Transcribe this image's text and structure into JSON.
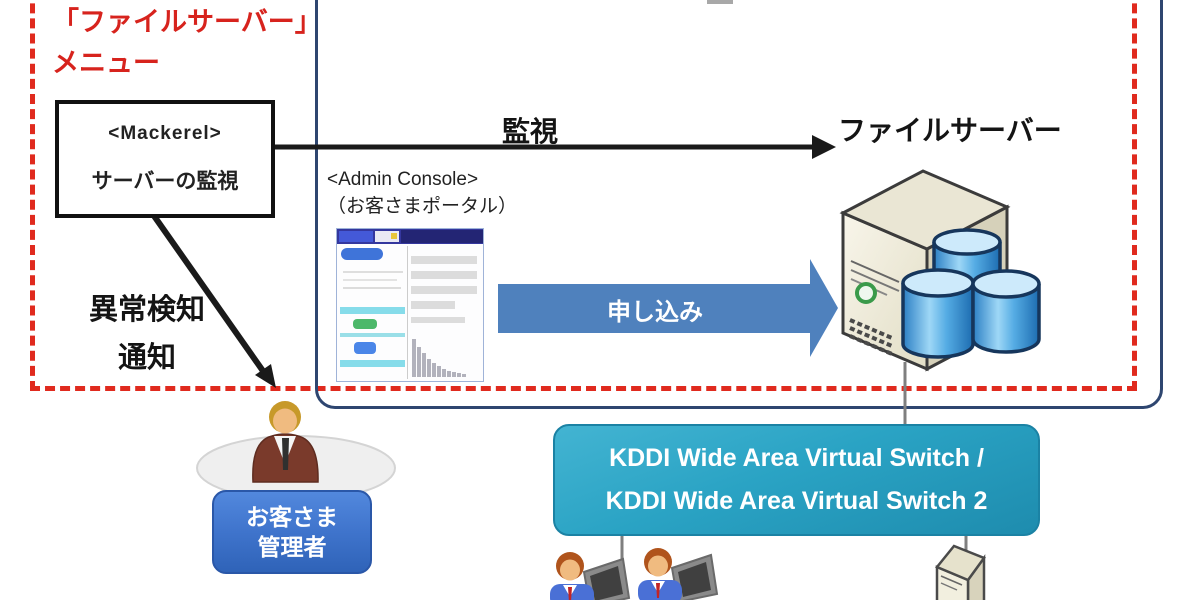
{
  "diagram": {
    "annotation_title": {
      "line1": "「ファイルサーバー」",
      "line2": "メニュー"
    },
    "mackerel_box": {
      "line1": "<Mackerel>",
      "line2": "サーバーの監視"
    },
    "labels": {
      "monitor": "監視",
      "file_server": "ファイルサーバー",
      "anomaly_line1": "異常検知",
      "anomaly_line2": "通知",
      "apply": "申し込み"
    },
    "admin_console": {
      "line1": "<Admin Console>",
      "line2": "（お客さまポータル）"
    },
    "customer_admin_box": {
      "line1": "お客さま",
      "line2": "管理者"
    },
    "network_box": {
      "line1": "KDDI Wide Area Virtual Switch /",
      "line2": "KDDI Wide Area Virtual Switch 2"
    },
    "colors": {
      "annotation_red": "#d7231d",
      "dashed_frame_red": "#e02a1e",
      "outer_frame_navy": "#2e4670",
      "apply_arrow_blue": "#4f81bd",
      "network_box_teal": "#2aa3c4",
      "customer_admin_blue": "#3f74cc",
      "connector_gray": "#7f7f7f",
      "black_arrow": "#1a1a1a"
    }
  }
}
